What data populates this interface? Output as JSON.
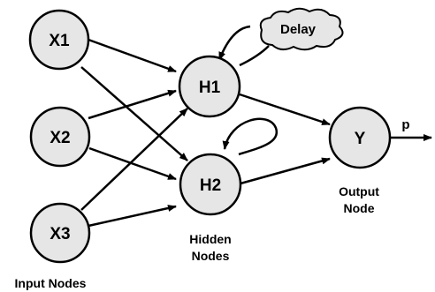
{
  "nodes": {
    "x1": "X1",
    "x2": "X2",
    "x3": "X3",
    "h1": "H1",
    "h2": "H2",
    "y": "Y"
  },
  "delay_label": "Delay",
  "output_symbol": "p",
  "captions": {
    "input_nodes": "Input Nodes",
    "hidden_line1": "Hidden",
    "hidden_line2": "Nodes",
    "output_line1": "Output",
    "output_line2": "Node"
  },
  "colors": {
    "node_fill": "#e6e6e6",
    "stroke": "#000000"
  }
}
